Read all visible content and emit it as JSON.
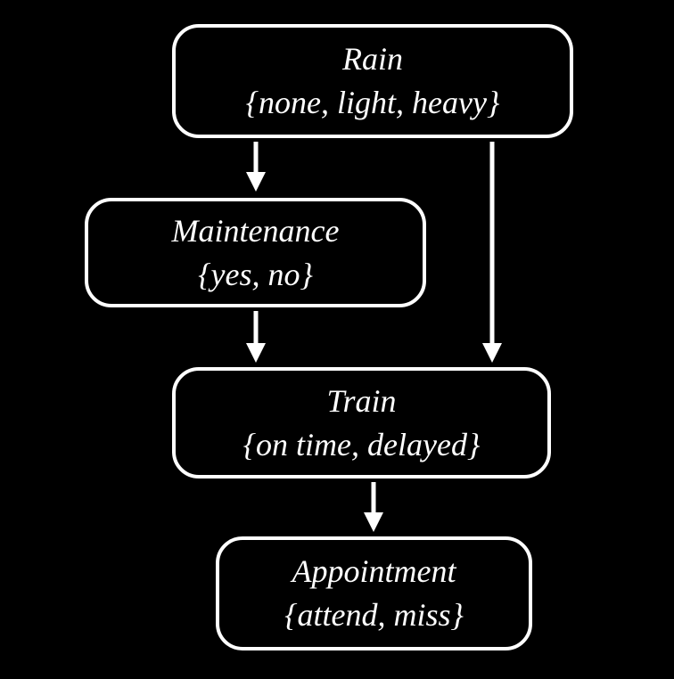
{
  "diagram": {
    "type": "bayesian-network",
    "colors": {
      "background": "#000000",
      "node_border": "#ffffff",
      "text": "#ffffff",
      "arrow": "#ffffff"
    },
    "nodes": [
      {
        "id": "rain",
        "label": "Rain",
        "domain": "{none, light, heavy}"
      },
      {
        "id": "maintenance",
        "label": "Maintenance",
        "domain": "{yes, no}"
      },
      {
        "id": "train",
        "label": "Train",
        "domain": "{on time, delayed}"
      },
      {
        "id": "appointment",
        "label": "Appointment",
        "domain": "{attend, miss}"
      }
    ],
    "edges": [
      {
        "from": "rain",
        "to": "maintenance"
      },
      {
        "from": "rain",
        "to": "train"
      },
      {
        "from": "maintenance",
        "to": "train"
      },
      {
        "from": "train",
        "to": "appointment"
      }
    ]
  }
}
